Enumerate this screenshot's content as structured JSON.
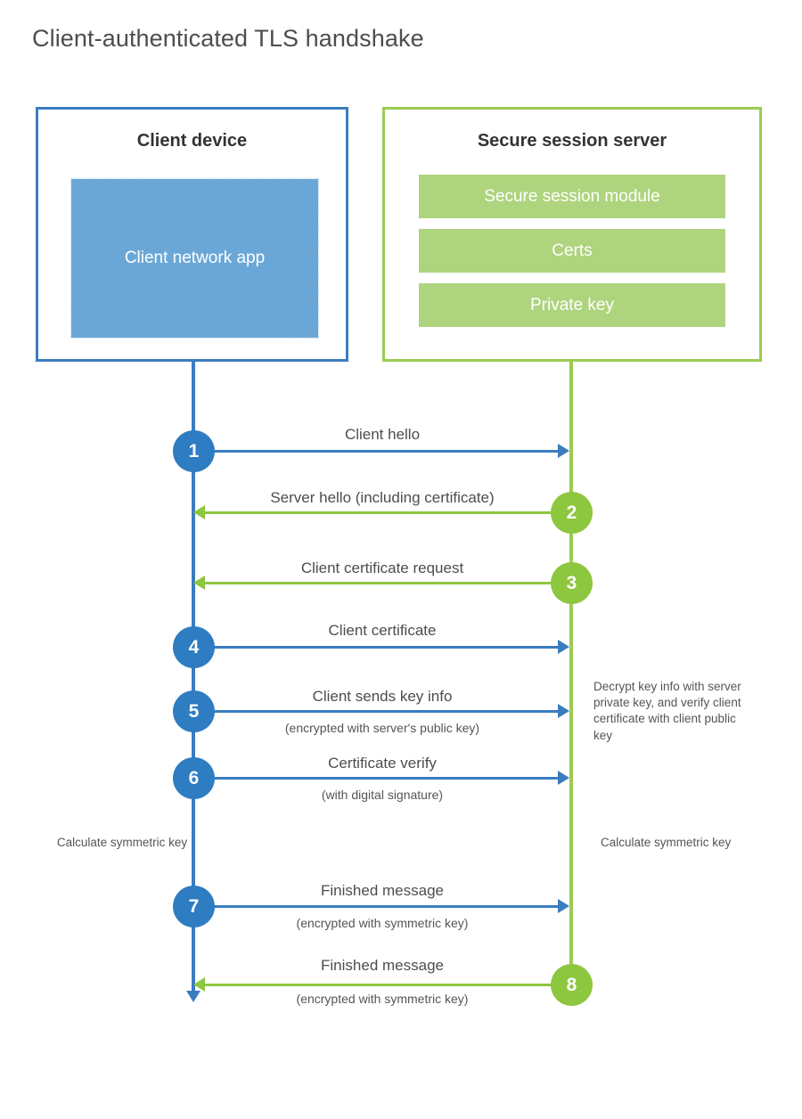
{
  "title": "Client-authenticated TLS handshake",
  "colors": {
    "blue_border": "#3b7cbf",
    "blue_circle": "#2e7cc2",
    "blue_fill": "#6ba7d6",
    "green_border": "#9ccb52",
    "green_circle": "#8dc63f",
    "green_fill": "#aed47e",
    "title_text": "#4d4d4d",
    "background": "#ffffff"
  },
  "actors": {
    "client": {
      "title": "Client device",
      "app_label": "Client network app"
    },
    "server": {
      "title": "Secure session server",
      "modules": [
        {
          "label": "Secure session module"
        },
        {
          "label": "Certs"
        },
        {
          "label": "Private key"
        }
      ]
    }
  },
  "steps": [
    {
      "number": "1",
      "label": "Client hello",
      "sublabel": "",
      "direction": "client-to-server",
      "color": "blue"
    },
    {
      "number": "2",
      "label": "Server hello (including certificate)",
      "sublabel": "",
      "direction": "server-to-client",
      "color": "green"
    },
    {
      "number": "3",
      "label": "Client certificate request",
      "sublabel": "",
      "direction": "server-to-client",
      "color": "green"
    },
    {
      "number": "4",
      "label": "Client certificate",
      "sublabel": "",
      "direction": "client-to-server",
      "color": "blue"
    },
    {
      "number": "5",
      "label": "Client sends key info",
      "sublabel": "(encrypted with server's public key)",
      "direction": "client-to-server",
      "color": "blue"
    },
    {
      "number": "6",
      "label": "Certificate verify",
      "sublabel": "(with digital signature)",
      "direction": "client-to-server",
      "color": "blue"
    },
    {
      "number": "7",
      "label": "Finished message",
      "sublabel": "(encrypted with symmetric key)",
      "direction": "client-to-server",
      "color": "blue"
    },
    {
      "number": "8",
      "label": "Finished message",
      "sublabel": "(encrypted with symmetric key)",
      "direction": "server-to-client",
      "color": "green"
    }
  ],
  "annotations": {
    "decrypt_note": "Decrypt key info with server private key, and verify client certificate with client public key",
    "client_symmetric_key": "Calculate symmetric key",
    "server_symmetric_key": "Calculate symmetric key"
  }
}
